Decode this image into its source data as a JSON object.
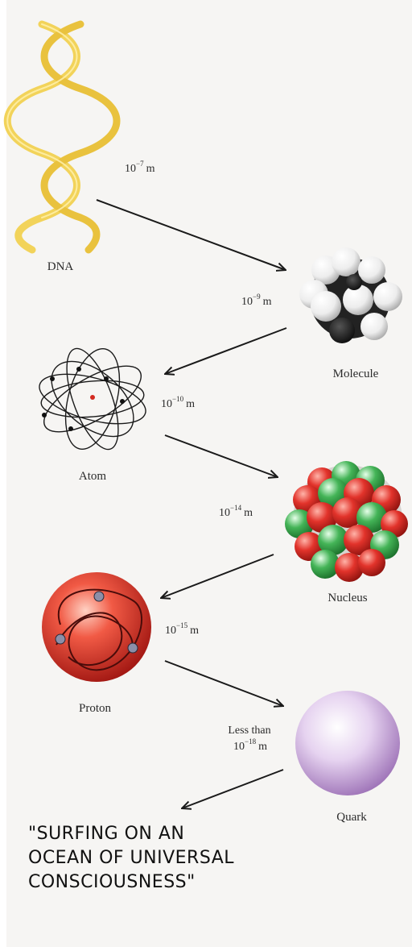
{
  "items": [
    {
      "name": "DNA",
      "scale_base": "10",
      "scale_exp": "−7",
      "scale_unit": "m"
    },
    {
      "name": "Molecule",
      "scale_base": "10",
      "scale_exp": "−9",
      "scale_unit": "m"
    },
    {
      "name": "Atom",
      "scale_base": "10",
      "scale_exp": "−10",
      "scale_unit": "m"
    },
    {
      "name": "Nucleus",
      "scale_base": "10",
      "scale_exp": "−14",
      "scale_unit": "m"
    },
    {
      "name": "Proton",
      "scale_base": "10",
      "scale_exp": "−15",
      "scale_unit": "m"
    },
    {
      "name": "Quark",
      "scale_prefix": "Less than",
      "scale_base": "10",
      "scale_exp": "−18",
      "scale_unit": "m"
    }
  ],
  "quote": {
    "line1": "\"SURFING ON AN",
    "line2": "OCEAN OF UNIVERSAL",
    "line3": "CONSCIOUSNESS\""
  },
  "colors": {
    "dna": "#f2d35a",
    "molecule_dark": "#1c1c1c",
    "molecule_light": "#f4f4f4",
    "nucleus_red": "#d8322c",
    "nucleus_green": "#3aa44a",
    "proton": "#e23b2e",
    "quark": "#d9c3e6"
  }
}
